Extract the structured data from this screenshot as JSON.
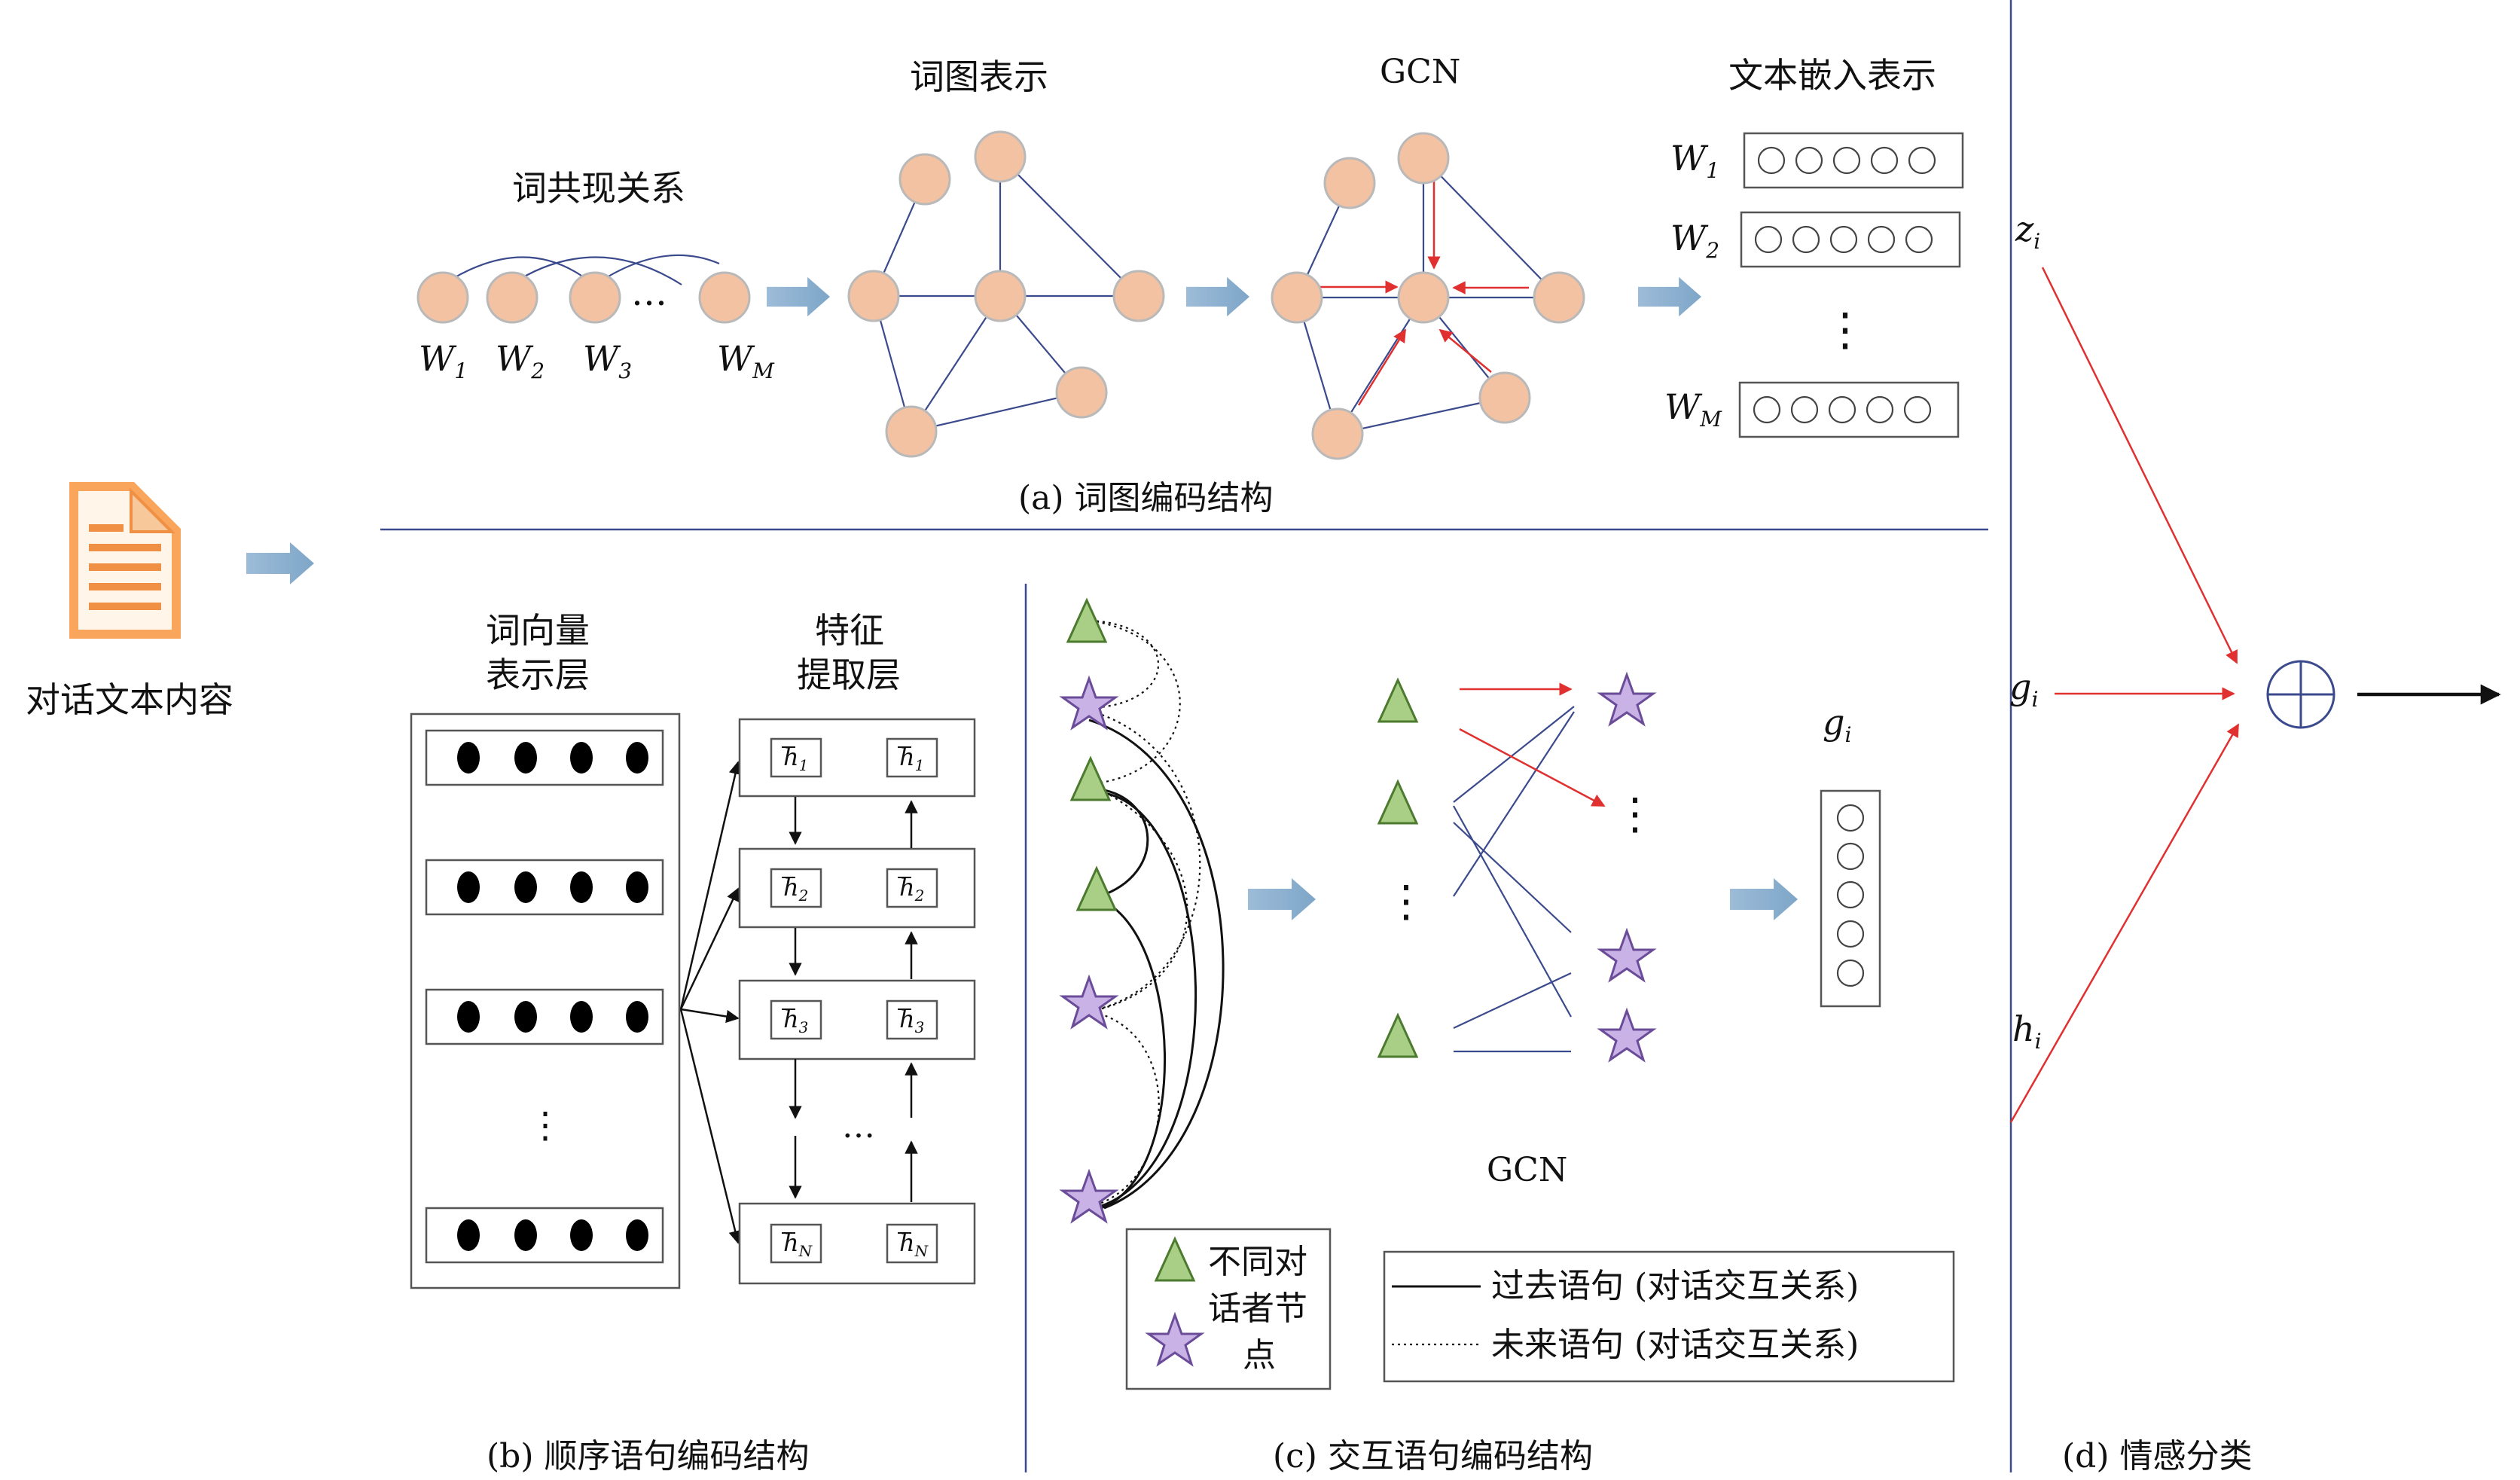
{
  "doc_icon": "document-icon",
  "colors": {
    "node": "#f2c2a3",
    "edge": "#3b4a8c",
    "red": "#e03030",
    "green": "#a9cf86",
    "purple": "#c9b3e6",
    "flow_arrow": "#8fb2d0"
  },
  "input": {
    "label": "对话文本内容"
  },
  "a": {
    "cooc_title": "词共现关系",
    "graph_title": "词图表示",
    "gcn_title": "GCN",
    "embed_title": "文本嵌入表示",
    "caption": "(a) 词图编码结构",
    "w1": "W",
    "w1s": "1",
    "w2": "W",
    "w2s": "2",
    "w3": "W",
    "w3s": "3",
    "wm": "W",
    "wms": "M",
    "dots": "…",
    "vdots": "⋮",
    "e1": "W",
    "e1s": "1",
    "e2": "W",
    "e2s": "2",
    "em": "W",
    "ems": "M"
  },
  "b": {
    "layer1_line1": "词向量",
    "layer1_line2": "表示层",
    "layer2_line1": "特征",
    "layer2_line2": "提取层",
    "vdots": "⋮",
    "hdots": "…",
    "h": "h",
    "h1": "1",
    "h2": "2",
    "h3": "3",
    "hn": "N",
    "caption": "(b) 顺序语句编码结构"
  },
  "c": {
    "gcn": "GCN",
    "g": "g",
    "gs": "i",
    "vdots": "⋮",
    "legend_node_line1": "不同对",
    "legend_node_line2": "话者节",
    "legend_node_line3": "点",
    "legend_past": "过去语句 (对话交互关系)",
    "legend_future": "未来语句 (对话交互关系)",
    "caption": "(c) 交互语句编码结构"
  },
  "d": {
    "z": "z",
    "zs": "i",
    "g": "g",
    "gs": "i",
    "hh": "h",
    "hs": "i",
    "caption": "(d) 情感分类"
  }
}
